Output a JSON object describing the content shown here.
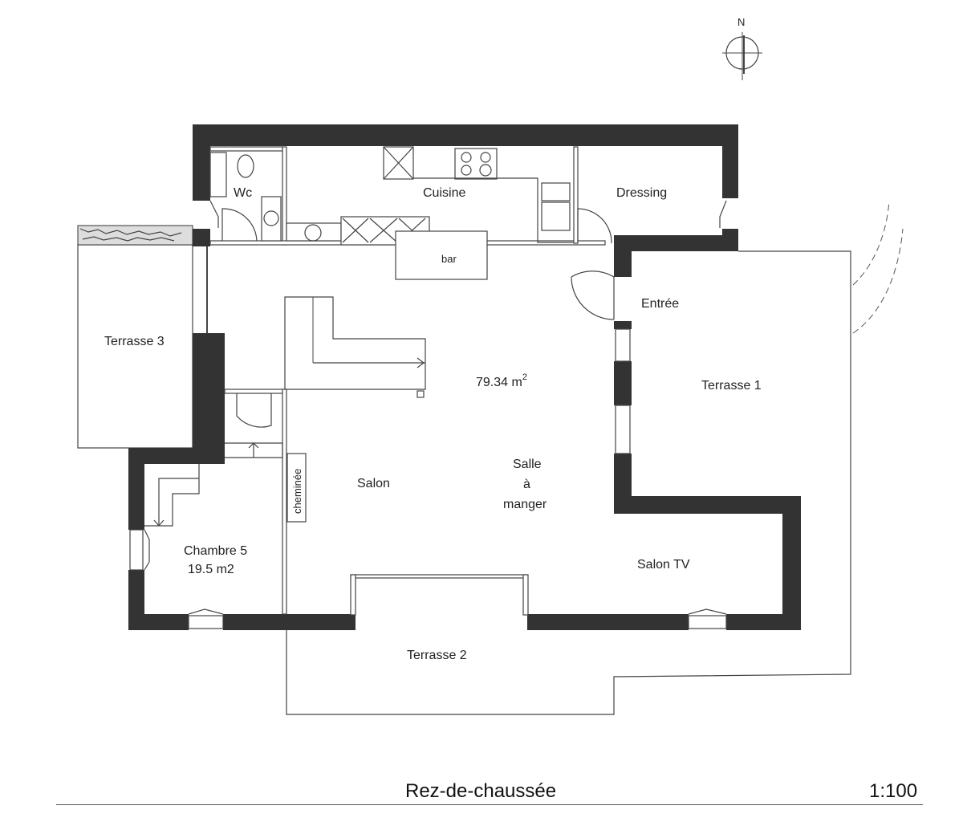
{
  "compass": {
    "label": "N"
  },
  "rooms": {
    "wc": "Wc",
    "cuisine": "Cuisine",
    "dressing": "Dressing",
    "bar": "bar",
    "entree": "Entrée",
    "terrasse3": "Terrasse 3",
    "terrasse1": "Terrasse 1",
    "terrasse2": "Terrasse 2",
    "area_value": "79.34 m",
    "area_exp": "2",
    "salon": "Salon",
    "salle_1": "Salle",
    "salle_2": "à",
    "salle_3": "manger",
    "cheminee": "cheminée",
    "chambre5": "Chambre 5",
    "chambre5_area": "19.5 m2",
    "salon_tv": "Salon TV"
  },
  "footer": {
    "title": "Rez-de-chaussée",
    "scale": "1:100"
  }
}
